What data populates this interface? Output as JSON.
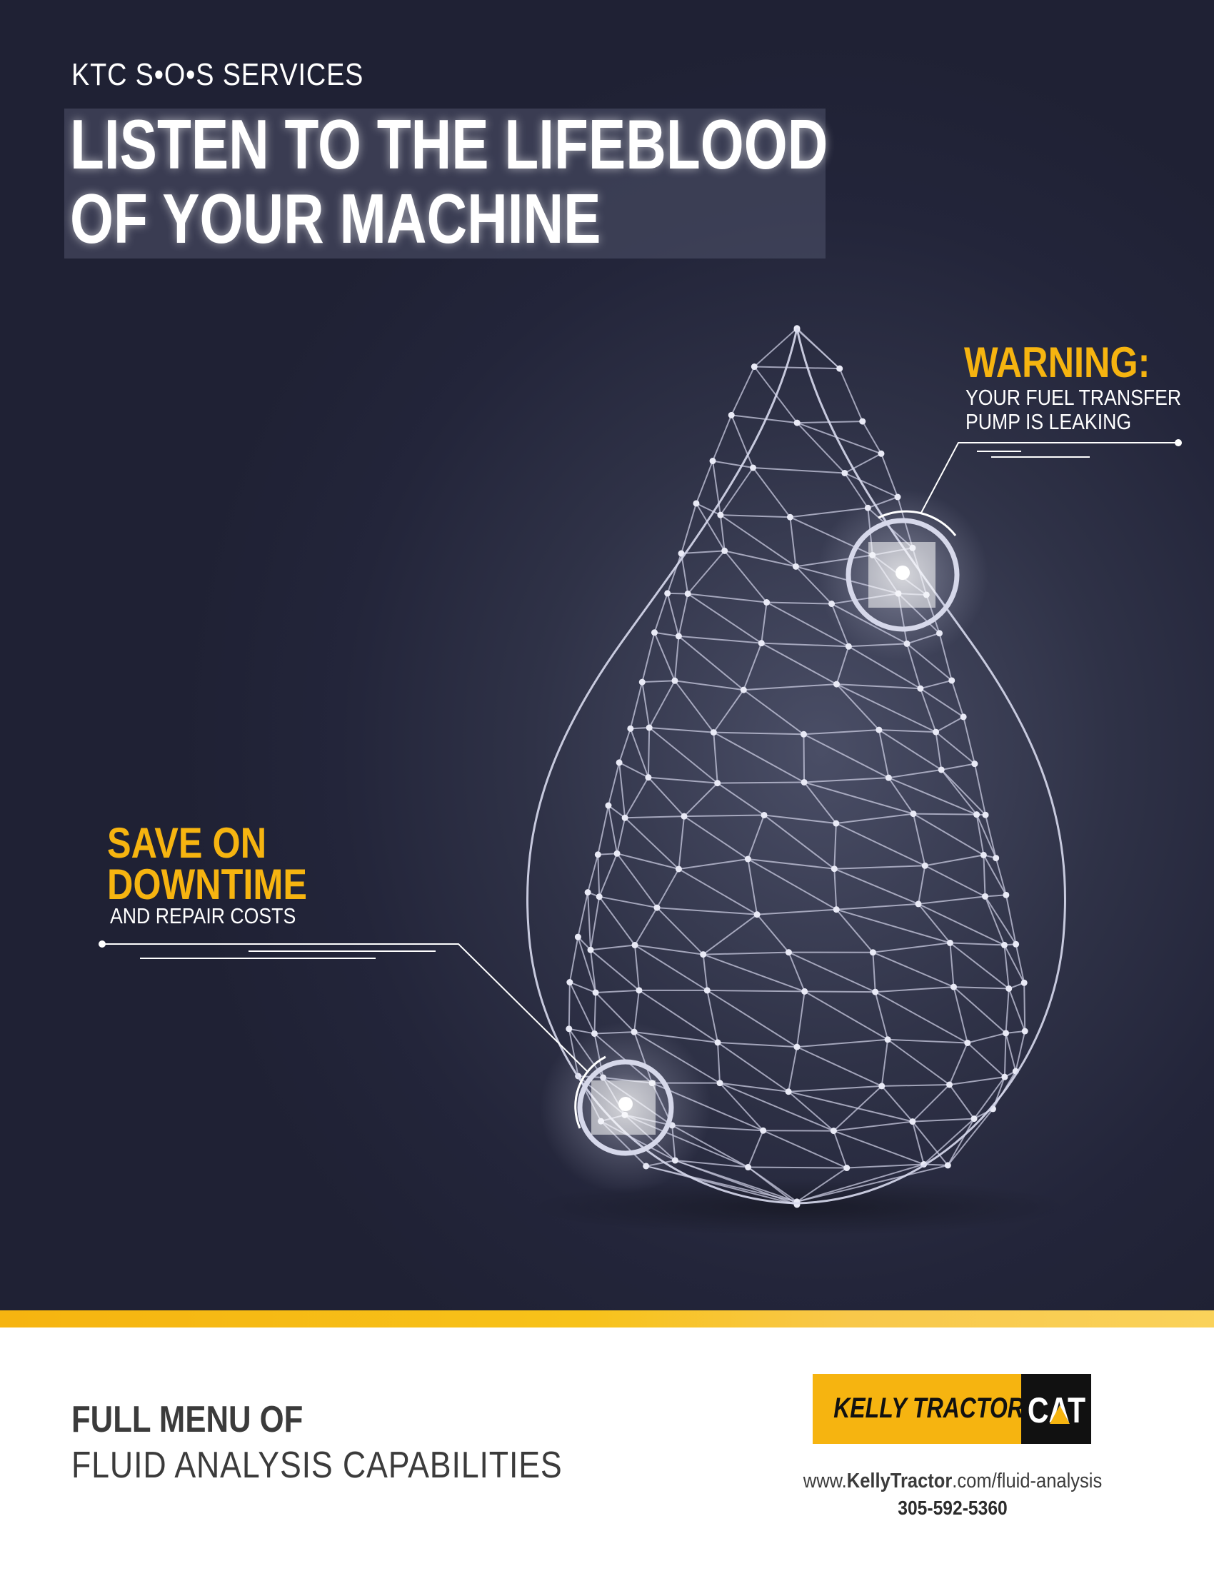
{
  "header": {
    "eyebrow": "KTC S•O•S SERVICES",
    "headline_line1": "LISTEN TO THE LIFEBLOOD",
    "headline_line2": "OF YOUR MACHINE"
  },
  "callouts": {
    "warning": {
      "title": "WARNING:",
      "line1": "YOUR FUEL TRANSFER",
      "line2": "PUMP IS LEAKING"
    },
    "savings": {
      "title_line1": "SAVE ON",
      "title_line2": "DOWNTIME",
      "subtitle": "AND REPAIR COSTS"
    }
  },
  "illustration": {
    "icon": "wireframe-oil-drop-icon"
  },
  "footer": {
    "menu_line1": "FULL MENU OF",
    "menu_line2": "FLUID ANALYSIS CAPABILITIES",
    "logo_name": "KELLY TRACTOR",
    "logo_mark": "CAT",
    "url_prefix": "www.",
    "url_brand": "KellyTractor",
    "url_suffix": ".com/fluid-analysis",
    "phone": "305-592-5360"
  },
  "colors": {
    "background_dark": "#23253a",
    "accent_yellow": "#f6b410",
    "text_light": "#ffffff",
    "text_dark": "#3b3b3b",
    "logo_black": "#111111"
  }
}
